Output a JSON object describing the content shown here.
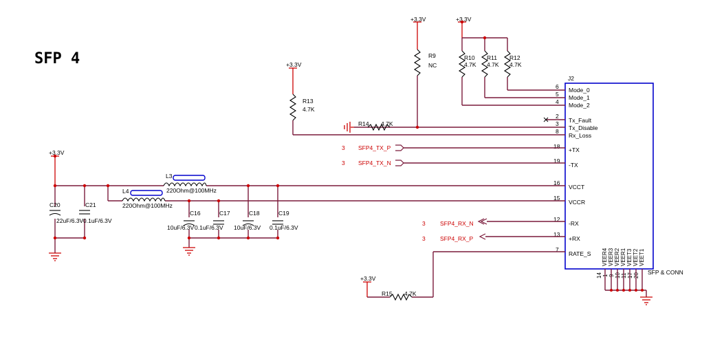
{
  "title": "SFP 4",
  "power": {
    "v33": "+3.3V"
  },
  "resistors": {
    "r9": {
      "ref": "R9",
      "value": "NC"
    },
    "r10": {
      "ref": "R10",
      "value": "4.7K"
    },
    "r11": {
      "ref": "R11",
      "value": "4.7K"
    },
    "r12": {
      "ref": "R12",
      "value": "4.7K"
    },
    "r13": {
      "ref": "R13",
      "value": "4.7K"
    },
    "r14": {
      "ref": "R14",
      "value": "4.7K"
    },
    "r15": {
      "ref": "R15",
      "value": "4.7K"
    }
  },
  "capacitors": {
    "c16": {
      "ref": "C16",
      "value": "10uF/6.3V"
    },
    "c17": {
      "ref": "C17",
      "value": "0.1uF/6.3V"
    },
    "c18": {
      "ref": "C18",
      "value": "10uF/6.3V"
    },
    "c19": {
      "ref": "C19",
      "value": "0.1uF/6.3V"
    },
    "c20": {
      "ref": "C20",
      "value": "22uF/6.3V"
    },
    "c21": {
      "ref": "C21",
      "value": "0.1uF/6.3V"
    }
  },
  "inductors": {
    "l3": {
      "ref": "L3",
      "value": "220Ohm@100MHz"
    },
    "l4": {
      "ref": "L4",
      "value": "220Ohm@100MHz"
    }
  },
  "nets": {
    "tx_p": {
      "sheet": "3",
      "name": "SFP4_TX_P"
    },
    "tx_n": {
      "sheet": "3",
      "name": "SFP4_TX_N"
    },
    "rx_n": {
      "sheet": "3",
      "name": "SFP4_RX_N"
    },
    "rx_p": {
      "sheet": "3",
      "name": "SFP4_RX_P"
    }
  },
  "connector": {
    "ref": "J2",
    "name": "SFP & CONN",
    "pins": [
      {
        "num": "6",
        "name": "Mode_0"
      },
      {
        "num": "5",
        "name": "Mode_1"
      },
      {
        "num": "4",
        "name": "Mode_2"
      },
      {
        "num": "2",
        "name": "Tx_Fault"
      },
      {
        "num": "3",
        "name": "Tx_Disable"
      },
      {
        "num": "8",
        "name": "Rx_Loss"
      },
      {
        "num": "18",
        "name": "+TX"
      },
      {
        "num": "19",
        "name": "-TX"
      },
      {
        "num": "16",
        "name": "VCCT"
      },
      {
        "num": "15",
        "name": "VCCR"
      },
      {
        "num": "12",
        "name": "-RX"
      },
      {
        "num": "13",
        "name": "+RX"
      },
      {
        "num": "7",
        "name": "RATE_S"
      }
    ],
    "bottom_pins": [
      {
        "num": "14",
        "name": "VEER4"
      },
      {
        "num": "1",
        "name": "VEER3"
      },
      {
        "num": "9",
        "name": "VEER2"
      },
      {
        "num": "10",
        "name": "VEER1"
      },
      {
        "num": "11",
        "name": "VEET3"
      },
      {
        "num": "17",
        "name": "VEET2"
      },
      {
        "num": "20",
        "name": "VEET1"
      }
    ]
  }
}
